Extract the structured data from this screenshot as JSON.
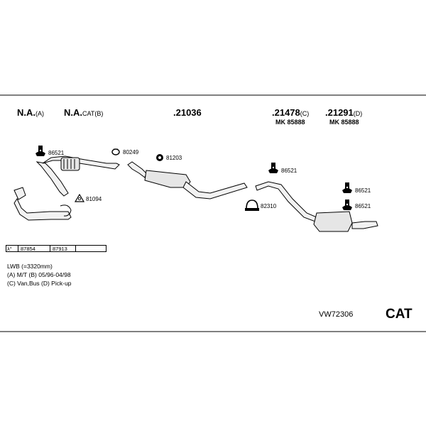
{
  "headings": {
    "na_a": {
      "main": "N.A.",
      "suffix": "(A)"
    },
    "na_cat": {
      "main": "N.A.",
      "suffix": "CAT(B)"
    },
    "part_21036": {
      "main": ".21036",
      "suffix": ""
    },
    "part_21478": {
      "main": ".21478",
      "suffix": "(C)",
      "mk": "MK 85888"
    },
    "part_21291": {
      "main": ".21291",
      "suffix": "(D)",
      "mk": "MK 85888"
    }
  },
  "part_labels": {
    "p86521_a": "86521",
    "p80249": "80249",
    "p81203": "81203",
    "p81094": "81094",
    "p86521_b": "86521",
    "p82310": "82310",
    "p86521_c": "86521",
    "p86521_d": "86521"
  },
  "ref_table": {
    "symbol": "λ°",
    "cells": [
      "87854",
      "87913",
      ""
    ]
  },
  "notes": [
    "LWB (=3320mm)",
    "(A) M/T (B) 05/96-04/98",
    "(C) Van,Bus (D) Pick-up"
  ],
  "footer": {
    "code": "VW72306",
    "badge": "CAT"
  },
  "colors": {
    "line": "#000000",
    "pipe_fill": "#f2f2f2",
    "muffler_fill": "#e6e6e6"
  }
}
